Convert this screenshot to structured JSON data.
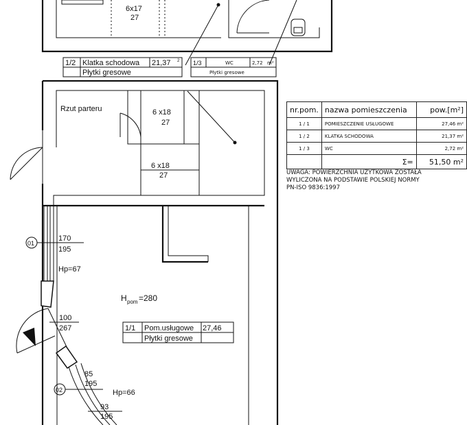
{
  "rooms": [
    {
      "nr": "1/2",
      "name": "Klatka schodowa",
      "area": "21,37",
      "unit": "m²",
      "finish": "Płytki gresowe"
    },
    {
      "nr": "1/3",
      "name": "WC",
      "area": "2,72",
      "unit": "m²",
      "finish": "Płytki gresowe"
    },
    {
      "nr": "1/1",
      "name": "Pom.usługowe",
      "area": "27,46",
      "unit": "m²",
      "finish": "Płytki gresowe"
    }
  ],
  "plan": {
    "floor_label": "Rzut parteru",
    "stairs": [
      "6x17",
      "27",
      "6 x18",
      "27",
      "6 x18",
      "27"
    ],
    "room_height": "H",
    "room_height_sub": "pom",
    "room_height_value": "=280",
    "windows": [
      {
        "marker": "01",
        "dim_top": "170",
        "dim_bottom": "195",
        "hp": "Hp=67"
      },
      {
        "marker": "02",
        "dim_top": "85",
        "dim_bottom": "195",
        "hp": "Hp=66"
      }
    ],
    "door_dims": {
      "top": "100",
      "bottom": "267"
    },
    "extra_dims": {
      "top": "93",
      "bottom": "195"
    }
  },
  "table": {
    "headers": {
      "nr": "nr.pom.",
      "name": "nazwa pomieszczenia",
      "area": "pow.[m²]"
    },
    "rows": [
      {
        "nr": "1 / 1",
        "name": "POMIESZCZENIE USŁUGOWE",
        "area": "27,46 m²"
      },
      {
        "nr": "1 / 2",
        "name": "KLATKA SCHODOWA",
        "area": "21,37 m²"
      },
      {
        "nr": "1 / 3",
        "name": "WC",
        "area": "2,72 m²"
      }
    ],
    "sum_symbol": "Σ=",
    "sum_value": "51,50 m²"
  },
  "note": "UWAGA: POWIERZCHNIA UŻYTKOWA ZOSTAŁA WYLICZONA NA PODSTAWIE POLSKIEJ NORMY PN-ISO 9836:1997"
}
